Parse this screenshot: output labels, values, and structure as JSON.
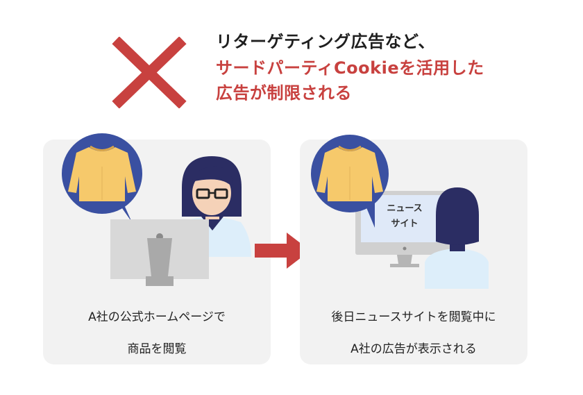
{
  "headline": {
    "line1": "リターゲティング広告など、",
    "line2": "サードパーティCookieを活用した",
    "line3": "広告が制限される"
  },
  "left_panel": {
    "caption_line1": "A社の公式ホームページで",
    "caption_line2": "商品を閲覧"
  },
  "right_panel": {
    "monitor_line1": "ニュース",
    "monitor_line2": "サイト",
    "caption_line1": "後日ニュースサイトを閲覧中に",
    "caption_line2": "A社の広告が表示される"
  },
  "colors": {
    "accent_red": "#c8413f",
    "bubble_blue": "#3a50a1",
    "sweater_yellow": "#f6c96b",
    "panel_gray": "#f2f2f2",
    "hair_navy": "#2b2d63",
    "shirt_blue": "#ddeefa"
  },
  "icons": [
    "cross-mark-icon",
    "sweater-icon",
    "woman-icon",
    "monitor-icon",
    "arrow-right-icon",
    "person-back-icon"
  ]
}
